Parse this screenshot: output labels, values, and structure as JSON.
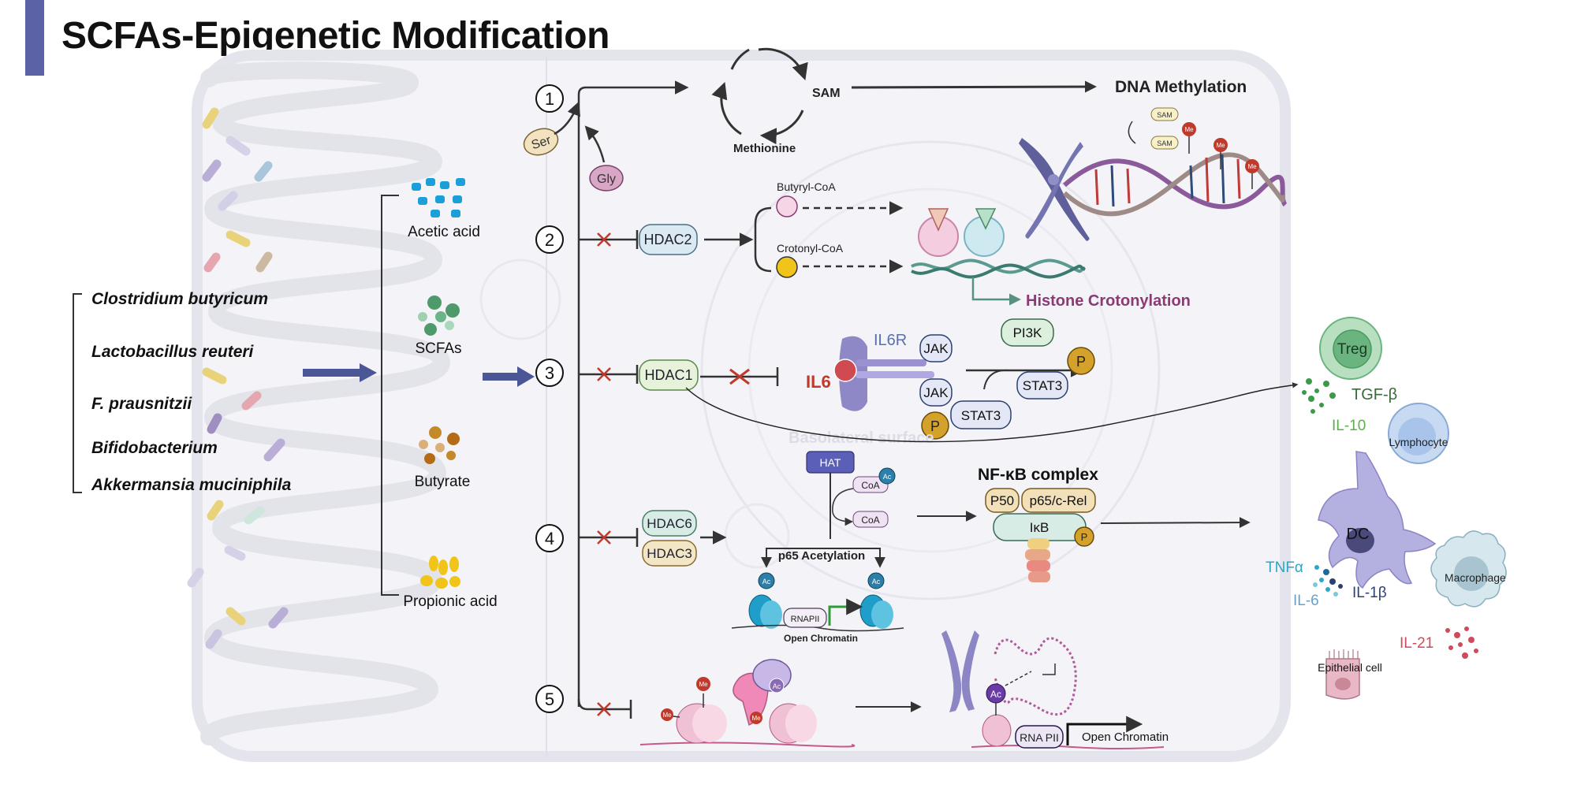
{
  "title": "SCFAs-Epigenetic Modification",
  "bacteria": [
    "Clostridium butyricum",
    "Lactobacillus reuteri",
    "F. prausnitzii",
    "Bifidobacterium",
    "Akkermansia muciniphila"
  ],
  "scfas": {
    "acetic": "Acetic acid",
    "scfas": "SCFAs",
    "butyrate": "Butyrate",
    "propionic": "Propionic acid"
  },
  "pathway_numbers": [
    "1",
    "2",
    "3",
    "4",
    "5"
  ],
  "p1": {
    "ser": "Ser",
    "gly": "Gly",
    "sam": "SAM",
    "methionine": "Methionine",
    "dna_methylation": "DNA Methylation",
    "sam_small": "SAM",
    "me": "Me"
  },
  "p2": {
    "hdac2": "HDAC2",
    "butyryl": "Butyryl-CoA",
    "crotonyl": "Crotonyl-CoA",
    "histone_crotonylation": "Histone Crotonylation"
  },
  "p3": {
    "hdac1": "HDAC1",
    "il6r": "IL6R",
    "il6": "IL6",
    "jak": "JAK",
    "pi3k": "PI3K",
    "stat3": "STAT3",
    "p": "P",
    "basolateral": "Basolateral surface"
  },
  "p4": {
    "hdac6": "HDAC6",
    "hdac3": "HDAC3",
    "hat": "HAT",
    "coa": "CoA",
    "ac": "Ac",
    "p65_acetylation": "p65 Acetylation",
    "rnapii": "RNAPII",
    "open_chromatin": "Open Chromatin",
    "nfkb_complex": "NF-κB complex",
    "p50": "P50",
    "p65": "p65/c-Rel",
    "ikb": "IκB"
  },
  "p5": {
    "rnapii": "RNA PII",
    "open_chromatin": "Open Chromatin"
  },
  "cells": {
    "treg": "Treg",
    "tgf": "TGF-β",
    "il10": "IL-10",
    "lymphocyte": "Lymphocyte",
    "dc": "DC",
    "tnfa": "TNFα",
    "il6": "IL-6",
    "il1b": "IL-1β",
    "macrophage": "Macrophage",
    "il21": "IL-21",
    "epithelial": "Epithelial cell"
  },
  "colors": {
    "accent": "#5b63a6",
    "inhibit_x": "#c0392b",
    "crotonylation": "#8b3a74",
    "il6_red": "#c0392b",
    "il6r_blue": "#5a6fb0",
    "il10_green": "#5ab04a",
    "tnfa_cyan": "#2aa7c9",
    "il21_red": "#d14a5b"
  }
}
